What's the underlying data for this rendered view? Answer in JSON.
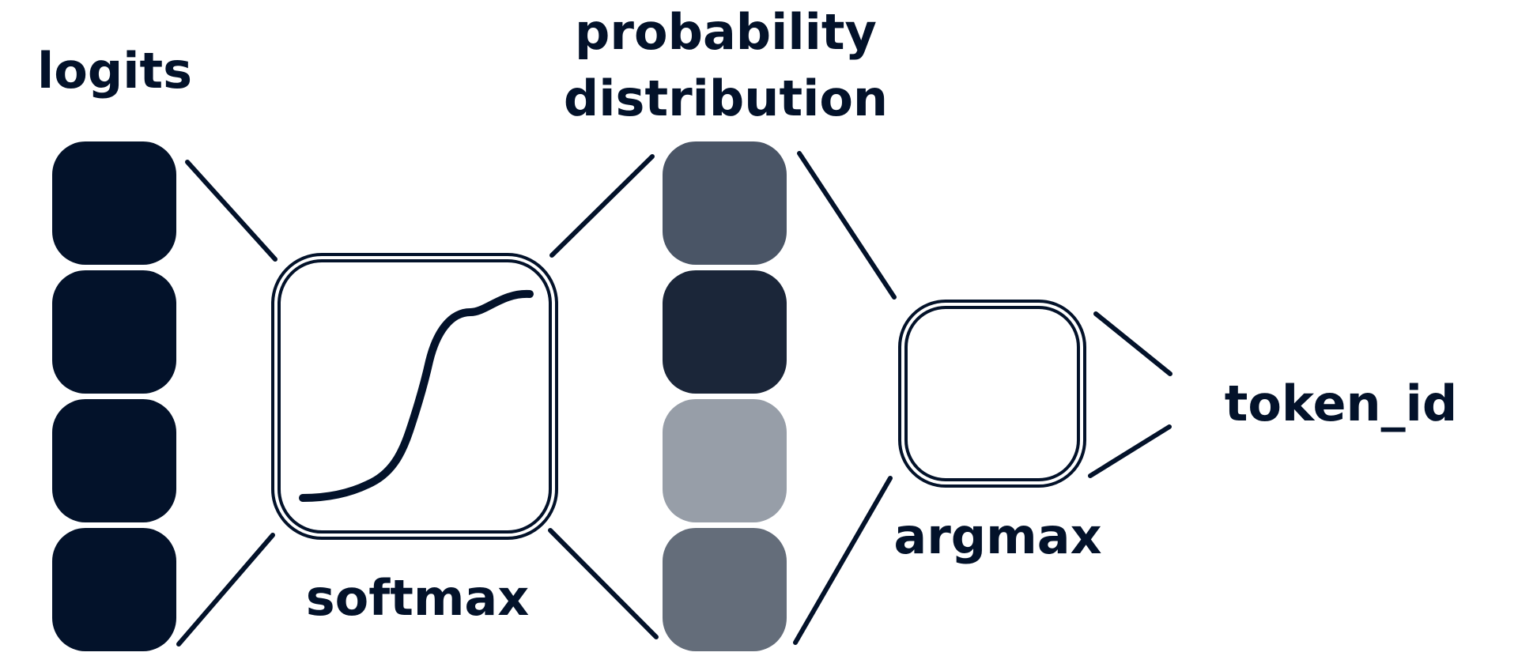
{
  "labels": {
    "logits": "logits",
    "probability_line1": "probability",
    "probability_line2": "distribution",
    "softmax": "softmax",
    "argmax": "argmax",
    "token_id": "token_id"
  },
  "colors": {
    "ink": "#03122a",
    "logit_block": "#03122a",
    "prob_blocks": [
      "#4a5566",
      "#1b2639",
      "#979ea8",
      "#646d7a"
    ],
    "background": "#ffffff"
  },
  "logits_count": 4,
  "probability_count": 4
}
